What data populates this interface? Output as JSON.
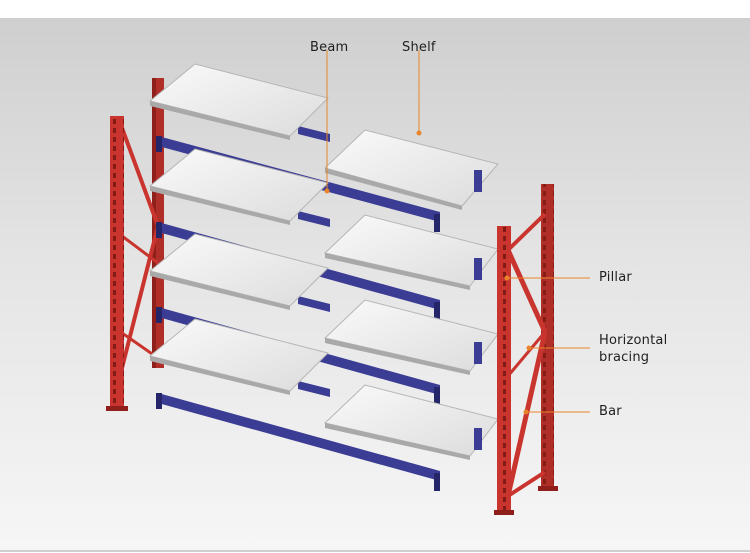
{
  "labels": {
    "beam": "Beam",
    "shelf": "Shelf",
    "pillar": "Pillar",
    "horizontal_bracing_line1": "Horizontal",
    "horizontal_bracing_line2": "bracing",
    "bar": "Bar"
  },
  "colors": {
    "frame_red": "#c9352e",
    "frame_red_dark": "#8f1f1a",
    "beam_blue": "#3b3c94",
    "beam_blue_dark": "#25266a",
    "shelf_top": "#f2f2f2",
    "shelf_edge": "#a9a9a9",
    "leader_orange": "#e8842b"
  }
}
